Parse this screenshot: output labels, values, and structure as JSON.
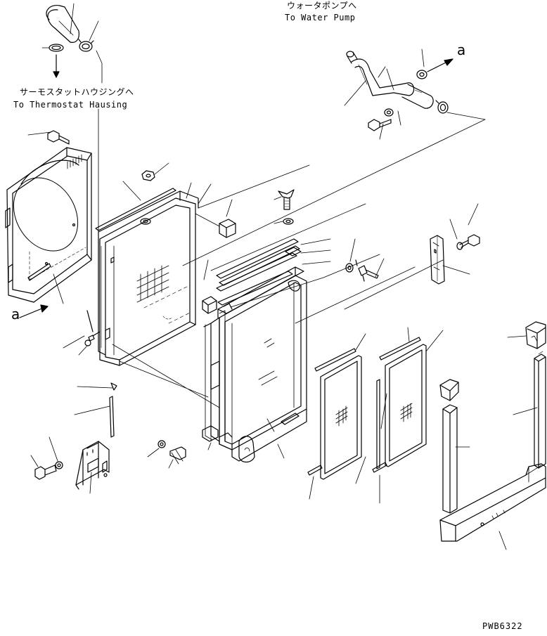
{
  "labels": {
    "water_pump_jp": "ウォータポンプへ",
    "water_pump_en": "To Water Pump",
    "thermostat_jp": "サーモスタットハウジングへ",
    "thermostat_en": "To Thermostat Hausing",
    "ref_a_right": "a",
    "ref_a_left": "a",
    "drawing_code": "PWB6322"
  },
  "style": {
    "ink": "#000000",
    "paper": "#ffffff"
  }
}
